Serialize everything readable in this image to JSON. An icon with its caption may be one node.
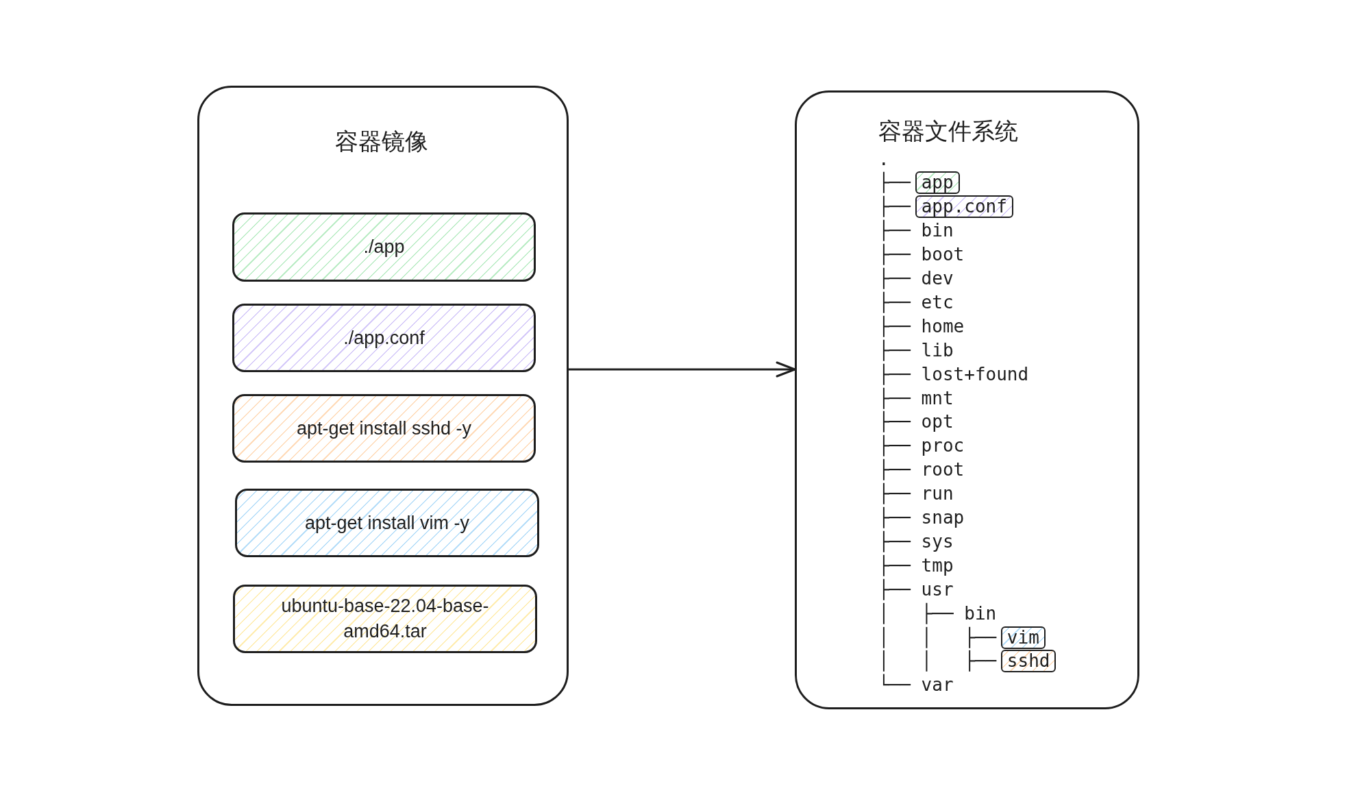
{
  "diagram": {
    "nodes": [
      {
        "text": [
          "容器镜像"
        ]
      },
      {
        "text": [
          "./app"
        ],
        "in": 0
      },
      {
        "text": [
          "./app.conf"
        ],
        "in": 0
      },
      {
        "text": [
          "apt-get install sshd -y"
        ],
        "in": 0
      },
      {
        "text": [
          "apt-get install vim -y"
        ],
        "in": 0
      },
      {
        "text": [
          "ubuntu-base-22.04-base-amd64.tar"
        ],
        "in": 0
      },
      {
        "text": [
          "容器文件系统"
        ]
      },
      {
        "text": [
          "app"
        ],
        "in": 6
      },
      {
        "text": [
          "app.conf"
        ],
        "in": 6
      },
      {
        "text": [
          "vim"
        ],
        "in": 6
      },
      {
        "text": [
          "sshd"
        ],
        "in": 6
      }
    ],
    "edges": [
      {
        "from": 0,
        "to": 6,
        "arrow": "to"
      }
    ],
    "labels": [
      ".",
      "├──",
      "├──",
      "├── bin",
      "├── boot",
      "├── dev",
      "├── etc",
      "├── home",
      "├── lib",
      "├── lost+found",
      "├── mnt",
      "├── opt",
      "├── proc",
      "├── root",
      "├── run",
      "├── snap",
      "├── sys",
      "├── tmp",
      "├── usr",
      "│   ├── bin",
      "│   │   ├──",
      "│   │   ├──",
      "└── var"
    ]
  }
}
